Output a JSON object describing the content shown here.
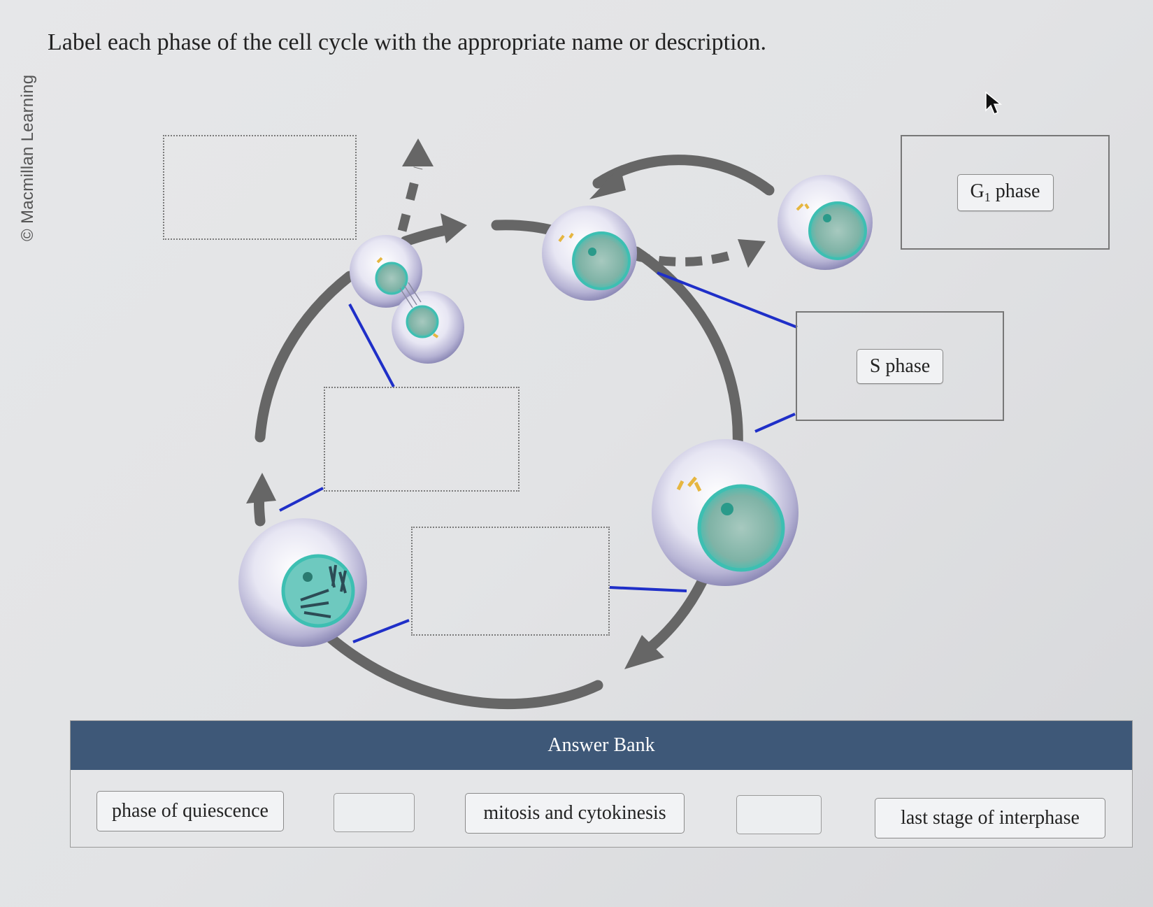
{
  "credit": "© Macmillan Learning",
  "instruction": "Label each phase of the cell cycle with the appropriate name or description.",
  "placed_labels": {
    "g1_main": "G",
    "g1_sub": "1",
    "g1_rest": " phase",
    "s_phase": "S phase"
  },
  "answer_bank": {
    "title": "Answer Bank",
    "items": [
      "phase of quiescence",
      "mitosis and cytokinesis",
      "last stage of interphase"
    ]
  },
  "icons": {
    "cursor": "mouse-pointer-icon"
  },
  "colors": {
    "header": "#3e5878",
    "leader_line": "#1f2fc8",
    "cycle_arrow": "#666666",
    "nucleus": "#3dbfb2"
  }
}
